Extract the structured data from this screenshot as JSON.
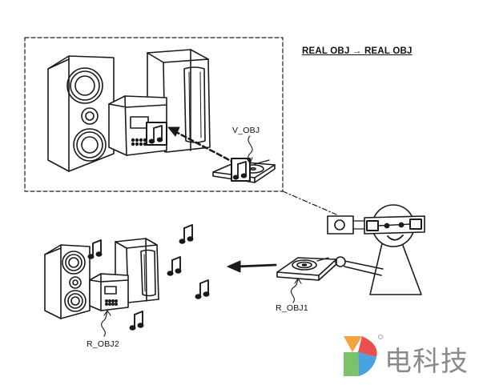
{
  "diagram": {
    "title": "REAL OBJ → REAL OBJ",
    "labels": {
      "v_obj": "V_OBJ",
      "r_obj1": "R_OBJ1",
      "r_obj2": "R_OBJ2"
    }
  },
  "watermark": {
    "text": "电科技",
    "colors": {
      "orange": "#f5a33c",
      "red": "#e9514e",
      "blue": "#4aa3df",
      "green": "#7ac36a"
    }
  },
  "colors": {
    "ink": "#1a1a1a",
    "paper": "#ffffff"
  }
}
